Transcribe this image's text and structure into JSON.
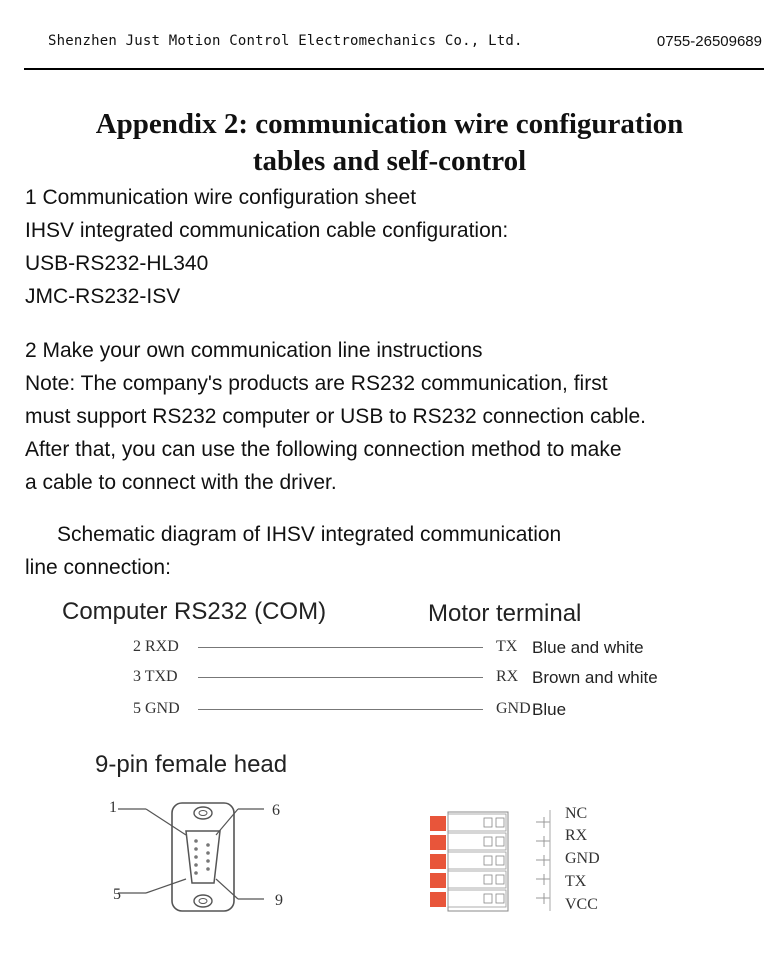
{
  "header": {
    "company": "Shenzhen Just Motion Control Electromechanics Co., Ltd.",
    "phone": "0755-26509689"
  },
  "title": {
    "line1": "Appendix 2: communication wire configuration",
    "line2": "tables and self-control"
  },
  "section1": {
    "heading": "1 Communication wire configuration sheet",
    "intro": "IHSV integrated communication cable configuration:",
    "items": [
      "USB-RS232-HL340",
      "JMC-RS232-ISV"
    ]
  },
  "section2": {
    "heading": "2 Make your own communication line instructions",
    "note_lines": [
      "Note: The company's products are RS232 communication, first",
      "must support RS232 computer or USB to RS232 connection cable.",
      "After that, you can use the following connection method to make",
      "a cable to connect with the driver."
    ],
    "schematic_lines": [
      "Schematic diagram of IHSV integrated communication",
      "line connection:"
    ]
  },
  "diagram": {
    "left_heading": "Computer RS232 (COM)",
    "right_heading": "Motor terminal",
    "connections": [
      {
        "left": "2 RXD",
        "right_pin": "TX",
        "wire": "Blue and white"
      },
      {
        "left": "3 TXD",
        "right_pin": "RX",
        "wire": "Brown and white"
      },
      {
        "left": "5 GND",
        "right_pin": "GND",
        "wire": "Blue"
      }
    ],
    "connector_heading": "9-pin female head",
    "db9_labels": {
      "tl": "1",
      "tr": "6",
      "bl": "5",
      "br": "9"
    },
    "terminal_labels": [
      "NC",
      "RX",
      "GND",
      "TX",
      "VCC"
    ],
    "colors": {
      "terminal_accent": "#e8553a"
    }
  }
}
